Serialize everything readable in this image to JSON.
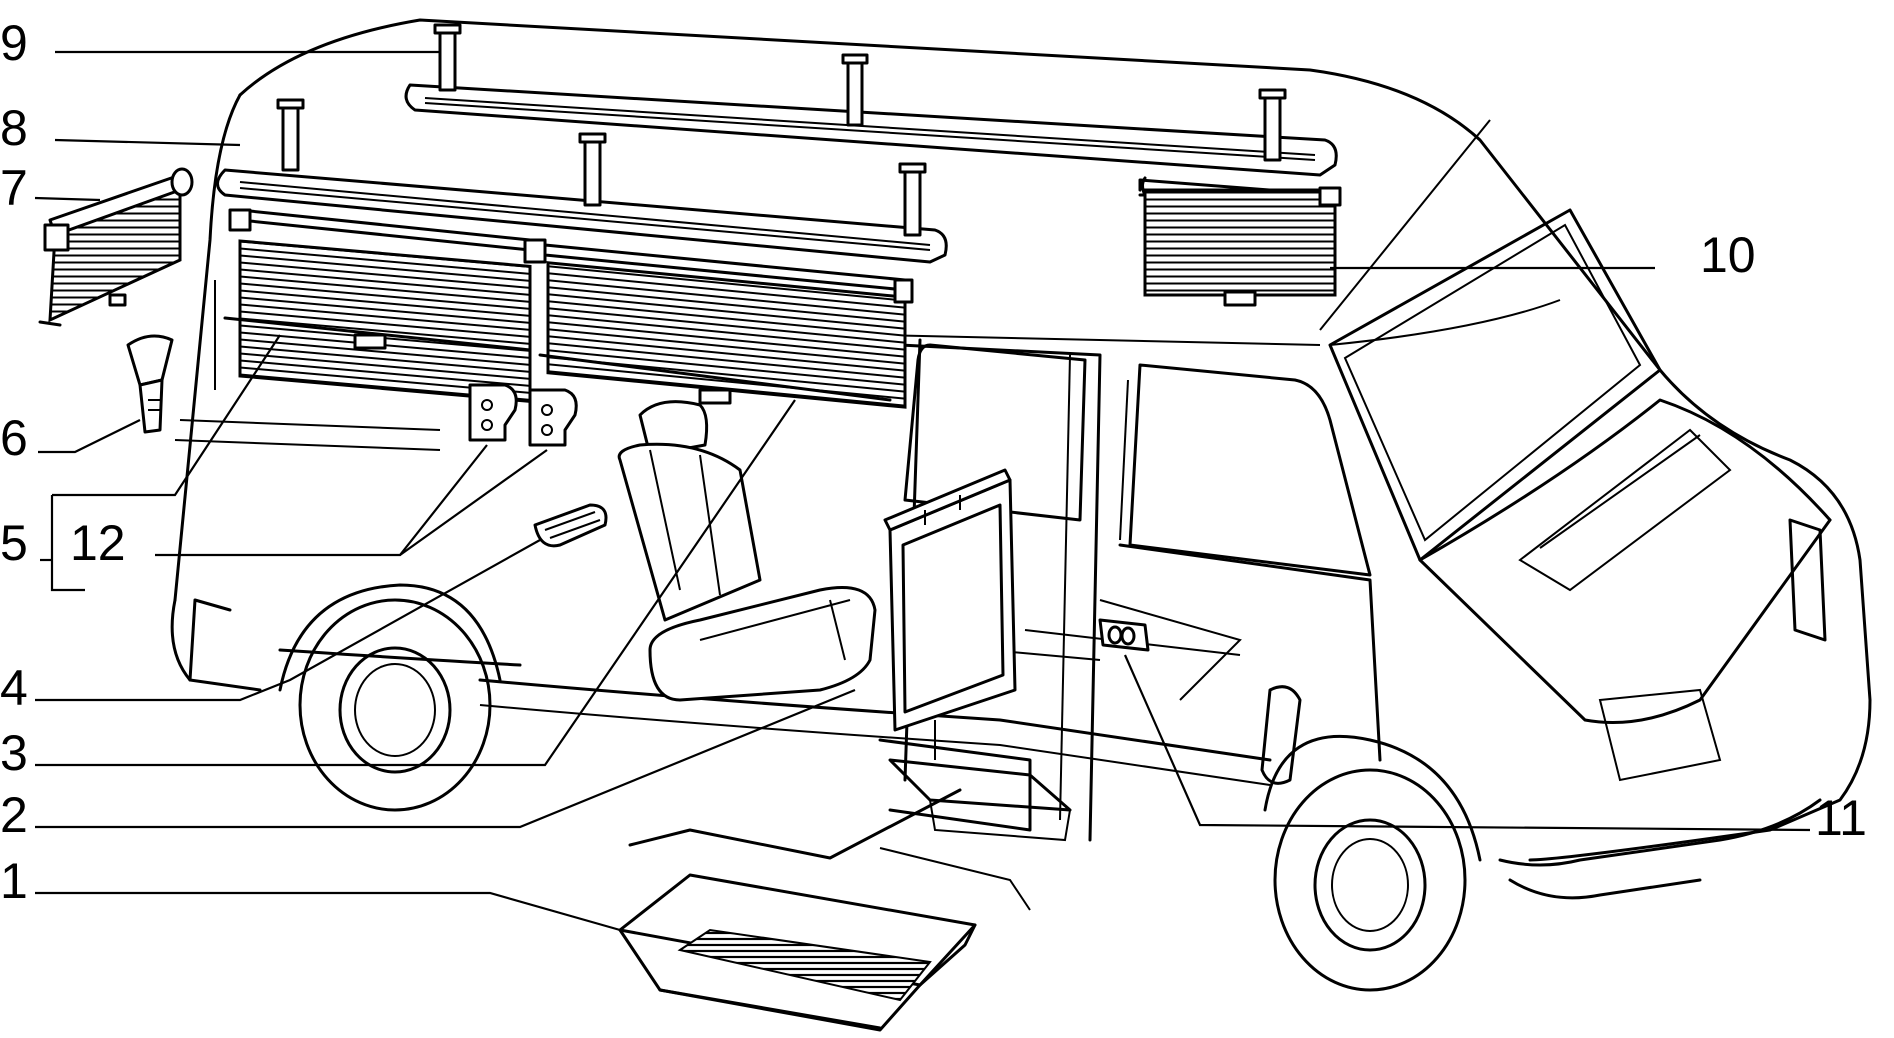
{
  "diagram": {
    "callouts": [
      {
        "id": "1",
        "text": "1"
      },
      {
        "id": "2",
        "text": "2"
      },
      {
        "id": "3",
        "text": "3"
      },
      {
        "id": "4",
        "text": "4"
      },
      {
        "id": "5",
        "text": "5"
      },
      {
        "id": "6",
        "text": "6"
      },
      {
        "id": "7",
        "text": "7"
      },
      {
        "id": "8",
        "text": "8"
      },
      {
        "id": "9",
        "text": "9"
      },
      {
        "id": "10",
        "text": "10"
      },
      {
        "id": "11",
        "text": "11"
      },
      {
        "id": "12",
        "text": "12"
      }
    ],
    "colors": {
      "ink": "#000000",
      "background": "#ffffff"
    }
  }
}
